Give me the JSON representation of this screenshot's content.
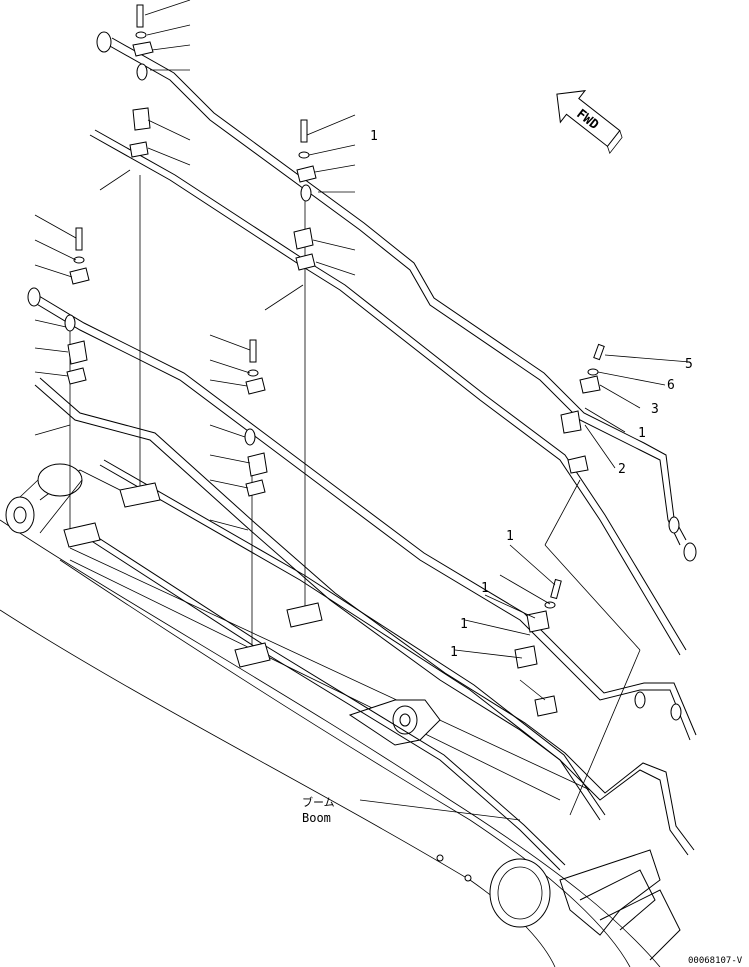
{
  "direction_arrow": {
    "label": "FWD",
    "icon": "fwd-arrow-icon"
  },
  "boom_label": {
    "japanese": "ブーム",
    "english": "Boom"
  },
  "drawing_code": "00068107-V",
  "callouts": [
    "5",
    "6",
    "3",
    "1",
    "2",
    "1",
    "1",
    "1",
    "1",
    "1"
  ],
  "colors": {
    "line": "#000000",
    "background": "#ffffff"
  }
}
